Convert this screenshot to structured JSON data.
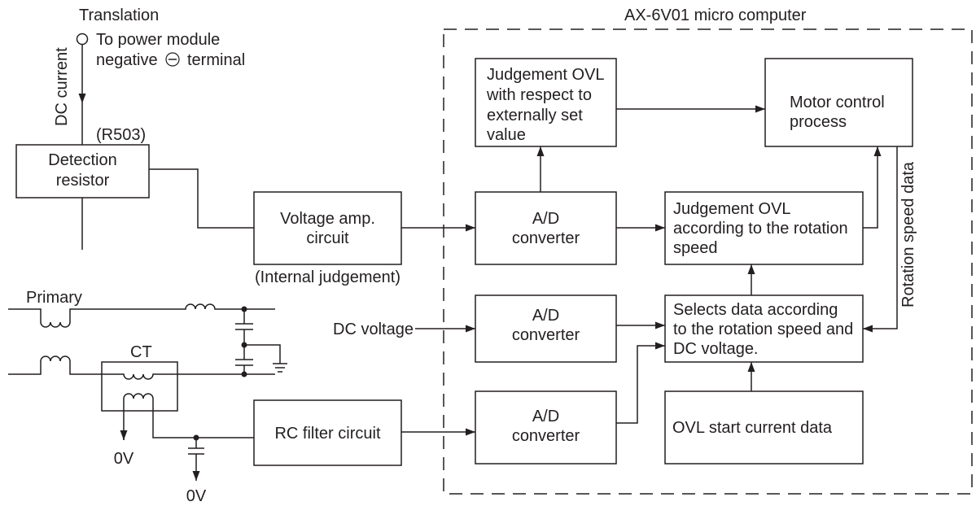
{
  "heading": "Translation",
  "terminal": {
    "line1": "To power module",
    "line2_before": "negative",
    "line2_symbol": "circled-minus-icon",
    "line2_after": "terminal"
  },
  "dc_current_label": "DC current",
  "resistor_ref": "(R503)",
  "detection_resistor": {
    "lines": [
      "Detection",
      "resistor"
    ]
  },
  "voltage_amp": {
    "lines": [
      "Voltage amp.",
      "circuit"
    ],
    "note": "(Internal judgement)"
  },
  "primary_label": "Primary",
  "ct_label": "CT",
  "ground_labels": [
    "0V",
    "0V"
  ],
  "rc_filter": {
    "lines": [
      "RC filter circuit"
    ]
  },
  "dc_voltage_label": "DC voltage",
  "microcomputer": {
    "label": "AX-6V01 micro computer",
    "judgement_external": {
      "lines": [
        "Judgement OVL",
        "with respect to",
        "externally set",
        "value"
      ]
    },
    "motor_control": {
      "lines": [
        "Motor control",
        "process"
      ]
    },
    "ad_converter_1": {
      "lines": [
        "A/D",
        "converter"
      ]
    },
    "judgement_rotation": {
      "lines": [
        "Judgement OVL",
        "according to the rotation",
        "speed"
      ]
    },
    "rotation_speed_data_label": "Rotation speed data",
    "ad_converter_2": {
      "lines": [
        "A/D",
        "converter"
      ]
    },
    "selects_data": {
      "lines": [
        "Selects data according",
        "to the rotation speed and",
        "DC voltage."
      ]
    },
    "ad_converter_3": {
      "lines": [
        "A/D",
        "converter"
      ]
    },
    "ovl_start_current": {
      "lines": [
        "OVL start current data"
      ]
    }
  }
}
